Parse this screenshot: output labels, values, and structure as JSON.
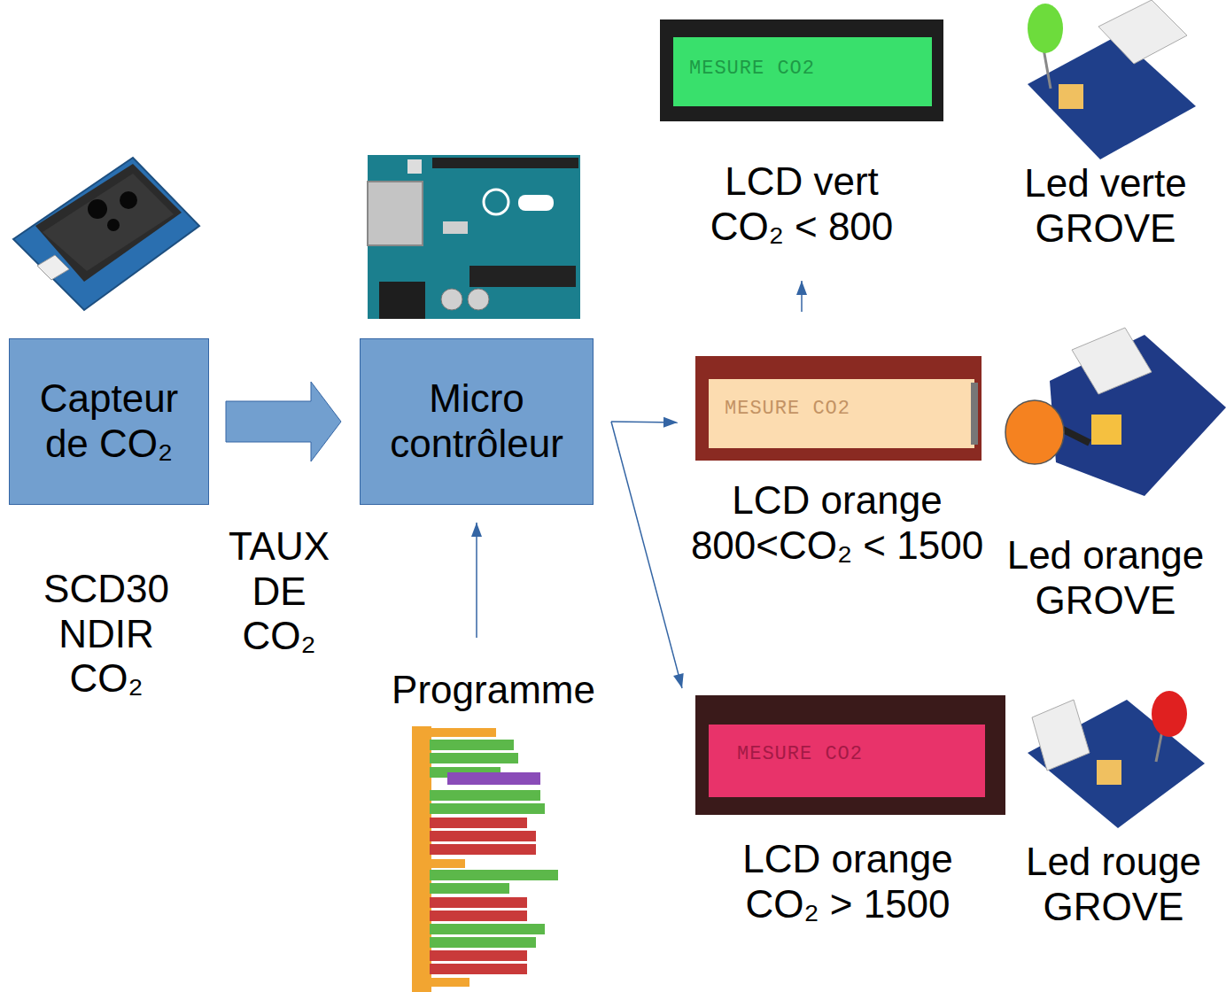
{
  "diagram": {
    "nodes": [
      {
        "text": [
          "Capteur de CO₂"
        ]
      },
      {
        "text": [
          "Micro contrôleur"
        ]
      },
      {
        "text": [
          "Programme"
        ]
      },
      {
        "text": [
          "LCD vert",
          "CO₂ < 800"
        ]
      },
      {
        "text": [
          "LCD orange",
          "800<CO₂ < 1500"
        ]
      },
      {
        "text": [
          "LCD orange",
          "CO₂ > 1500"
        ]
      }
    ],
    "edges": [
      {
        "from": 0,
        "to": 1,
        "label": "TAUX DE CO₂",
        "arrow": "to"
      },
      {
        "from": 2,
        "to": 1,
        "arrow": "to"
      },
      {
        "from": 1,
        "to": 3,
        "arrow": "to"
      },
      {
        "from": 1,
        "to": 4,
        "arrow": "to"
      },
      {
        "from": 1,
        "to": 5,
        "arrow": "to"
      }
    ],
    "labels": [
      "SCD30 NDIR CO₂",
      "Led verte GROVE",
      "Led orange GROVE",
      "Led rouge GROVE",
      "MESURE CO2",
      "MESURE CO2",
      "MESURE CO2"
    ]
  }
}
